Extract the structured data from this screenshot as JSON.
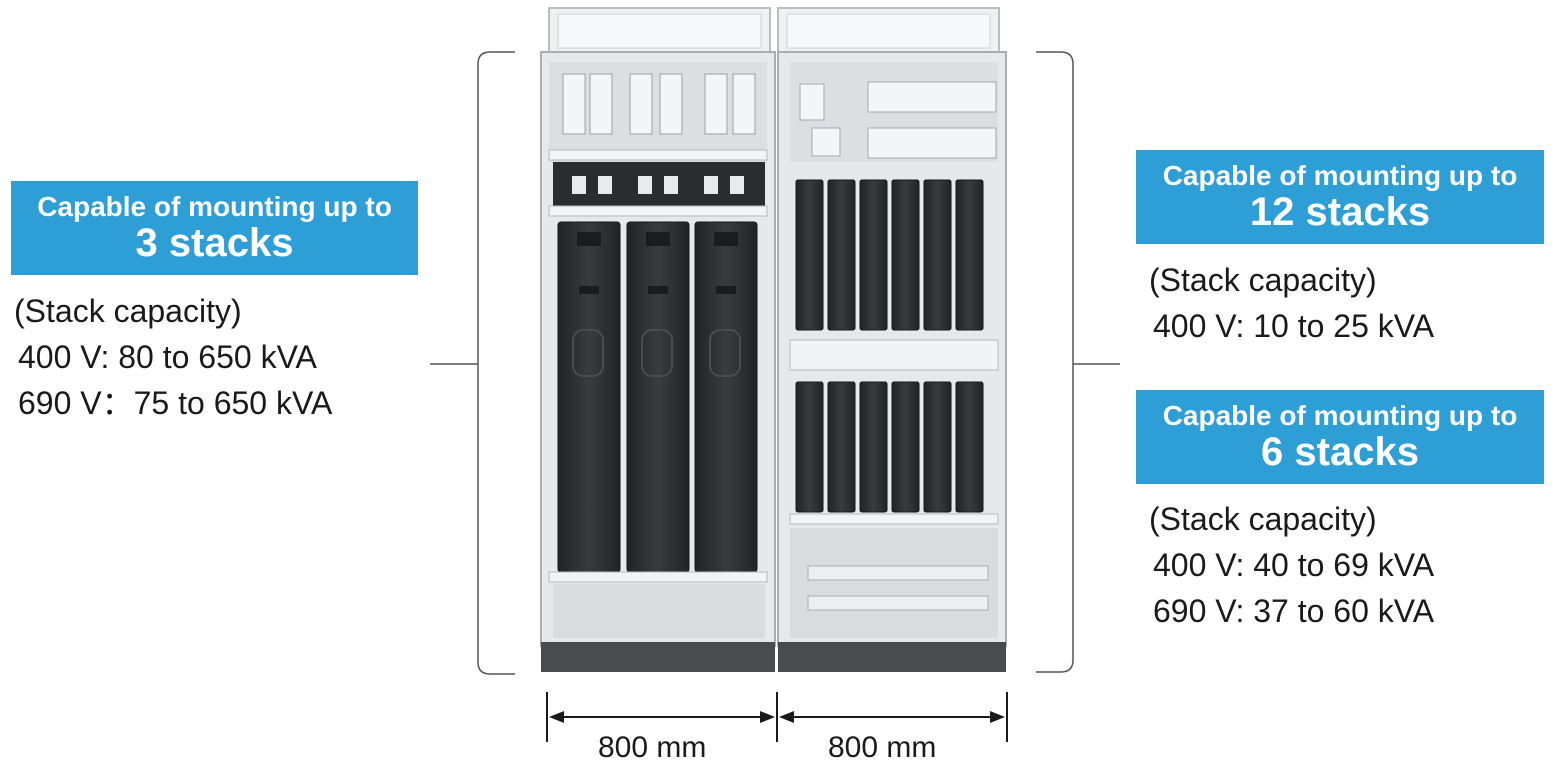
{
  "left_panel": {
    "callout_line1": "Capable of mounting up to",
    "callout_line2": "3 stacks",
    "spec_heading": "(Stack capacity)",
    "spec_400v": "400 V: 80 to 650 kVA",
    "spec_690v": "690 V：75 to 650 kVA"
  },
  "right_upper_panel": {
    "callout_line1": "Capable of mounting up to",
    "callout_line2": "12 stacks",
    "spec_heading": "(Stack capacity)",
    "spec_400v": "400 V: 10 to 25 kVA"
  },
  "right_lower_panel": {
    "callout_line1": "Capable of mounting up to",
    "callout_line2": "6 stacks",
    "spec_heading": "(Stack capacity)",
    "spec_400v": "400 V: 40 to 69 kVA",
    "spec_690v": "690 V: 37 to 60 kVA"
  },
  "dimensions": {
    "left_width": "800 mm",
    "right_width": "800 mm"
  },
  "colors": {
    "callout_bg": "#2e9ed6",
    "stack_module": "#2f3033",
    "cabinet_frame": "#e4e6e8"
  }
}
